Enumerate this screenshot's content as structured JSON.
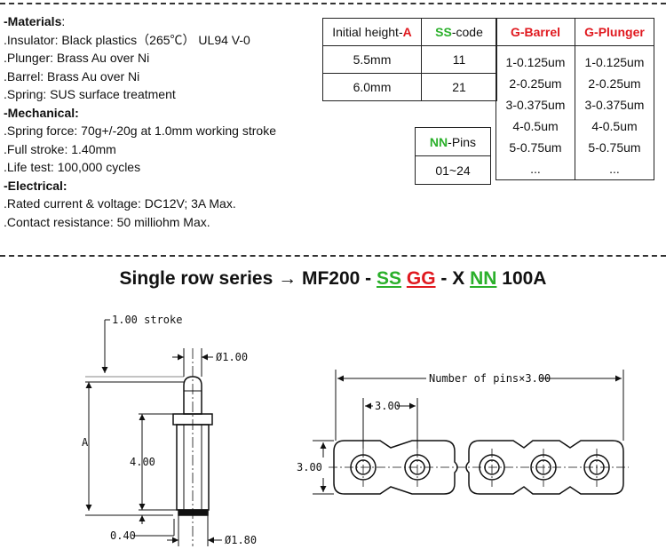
{
  "specs": {
    "materials_heading": "-Materials",
    "materials_colon": ":",
    "insulator": ".Insulator: Black plastics（265℃） UL94 V-0",
    "plunger": ".Plunger: Brass Au over Ni",
    "barrel": ".Barrel: Brass Au over Ni",
    "spring": ".Spring: SUS surface treatment",
    "mechanical_heading": "-Mechanical:",
    "spring_force": ".Spring force: 70g+/-20g at 1.0mm working stroke",
    "full_stroke": ".Full stroke: 1.40mm",
    "life_test": ".Life test: 100,000 cycles",
    "electrical_heading": "-Electrical:",
    "rated": ".Rated current & voltage: DC12V; 3A Max.",
    "contact": ".Contact resistance: 50 milliohm Max."
  },
  "height_table": {
    "header_prefix": "Initial height-",
    "header_code": "A",
    "ss_code": "SS",
    "ss_suffix": "-code",
    "rows": [
      {
        "height": "5.5mm",
        "code": "11"
      },
      {
        "height": "6.0mm",
        "code": "21"
      }
    ]
  },
  "pins_table": {
    "nn": "NN",
    "suffix": "-Pins",
    "value": "01~24"
  },
  "plating_table": {
    "barrel_header": "G-Barrel",
    "plunger_header": "G-Plunger",
    "barrel": [
      "1-0.125um",
      "2-0.25um",
      "3-0.375um",
      "4-0.5um",
      "5-0.75um",
      "..."
    ],
    "plunger": [
      "1-0.125um",
      "2-0.25um",
      "3-0.375um",
      "4-0.5um",
      "5-0.75um",
      "..."
    ]
  },
  "part_number": {
    "series": "Single row series",
    "arrow": "→",
    "model": "MF200",
    "dash1": "-",
    "ss": "SS",
    "gg": "GG",
    "dash2": "- X",
    "nn": "NN",
    "suffix": "100A"
  },
  "drawing": {
    "stroke": "1.00 stroke",
    "dia_top": "Ø1.00",
    "height_a": "A",
    "body_height": "4.00",
    "base_offset": "0.40",
    "dia_bottom": "Ø1.80",
    "pins_length": "Number of pins×3.00",
    "pitch": "3.00",
    "width": "3.00"
  },
  "colors": {
    "red": "#e0191f",
    "green": "#2bb02b"
  }
}
